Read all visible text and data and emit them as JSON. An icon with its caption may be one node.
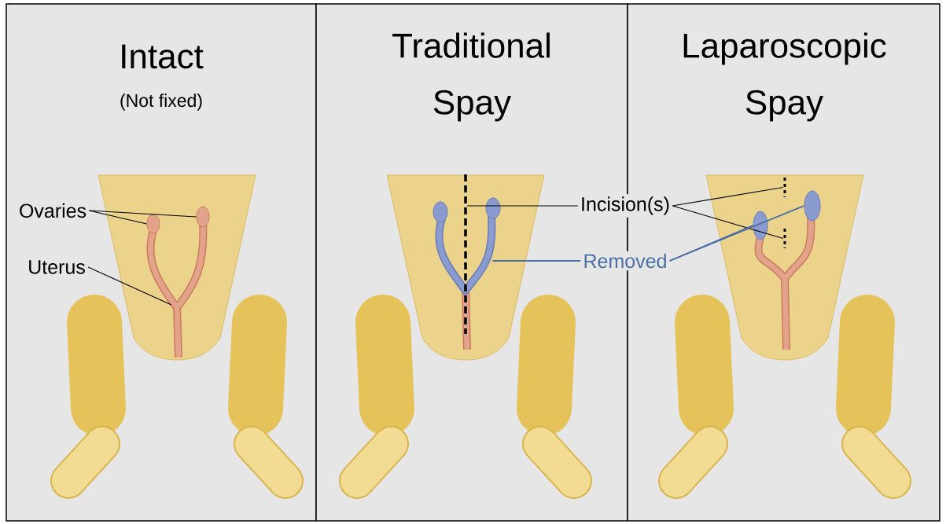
{
  "diagram": {
    "nodes": [
      {
        "text": [
          "Intact",
          "(Not fixed)"
        ]
      },
      {
        "text": [
          "Traditional Spay"
        ]
      },
      {
        "text": [
          "Laparoscopic Spay"
        ]
      },
      {
        "text": [
          "Ovaries"
        ],
        "in": 0
      },
      {
        "text": [
          "Uterus"
        ],
        "in": 0
      },
      {
        "text": [],
        "shape": "circle",
        "in": 0
      },
      {
        "text": [],
        "shape": "circle",
        "in": 0
      },
      {
        "text": [],
        "shape": "picture",
        "in": 0
      },
      {
        "text": [
          "Incision(s)"
        ]
      },
      {
        "text": [
          "Removed"
        ]
      },
      {
        "text": [],
        "shape": "line",
        "in": 1
      },
      {
        "text": [],
        "shape": "picture",
        "in": 1
      },
      {
        "text": [],
        "shape": "line",
        "in": 2
      },
      {
        "text": [],
        "shape": "line",
        "in": 2
      },
      {
        "text": [],
        "shape": "circle",
        "in": 2
      },
      {
        "text": [],
        "shape": "circle",
        "in": 2
      }
    ],
    "edges": [
      {
        "from": 3,
        "to": 5,
        "arrow": "none"
      },
      {
        "from": 3,
        "to": 6,
        "arrow": "none"
      },
      {
        "from": 4,
        "to": 7,
        "arrow": "none"
      },
      {
        "from": 8,
        "to": 10,
        "arrow": "none"
      },
      {
        "from": 8,
        "to": 12,
        "arrow": "none"
      },
      {
        "from": 8,
        "to": 13,
        "arrow": "none"
      },
      {
        "from": 9,
        "to": 11,
        "arrow": "none",
        "color": "#4a6fa5"
      },
      {
        "from": 9,
        "to": 14,
        "arrow": "none",
        "color": "#4a6fa5"
      },
      {
        "from": 9,
        "to": 15,
        "arrow": "none",
        "color": "#4a6fa5"
      }
    ]
  }
}
